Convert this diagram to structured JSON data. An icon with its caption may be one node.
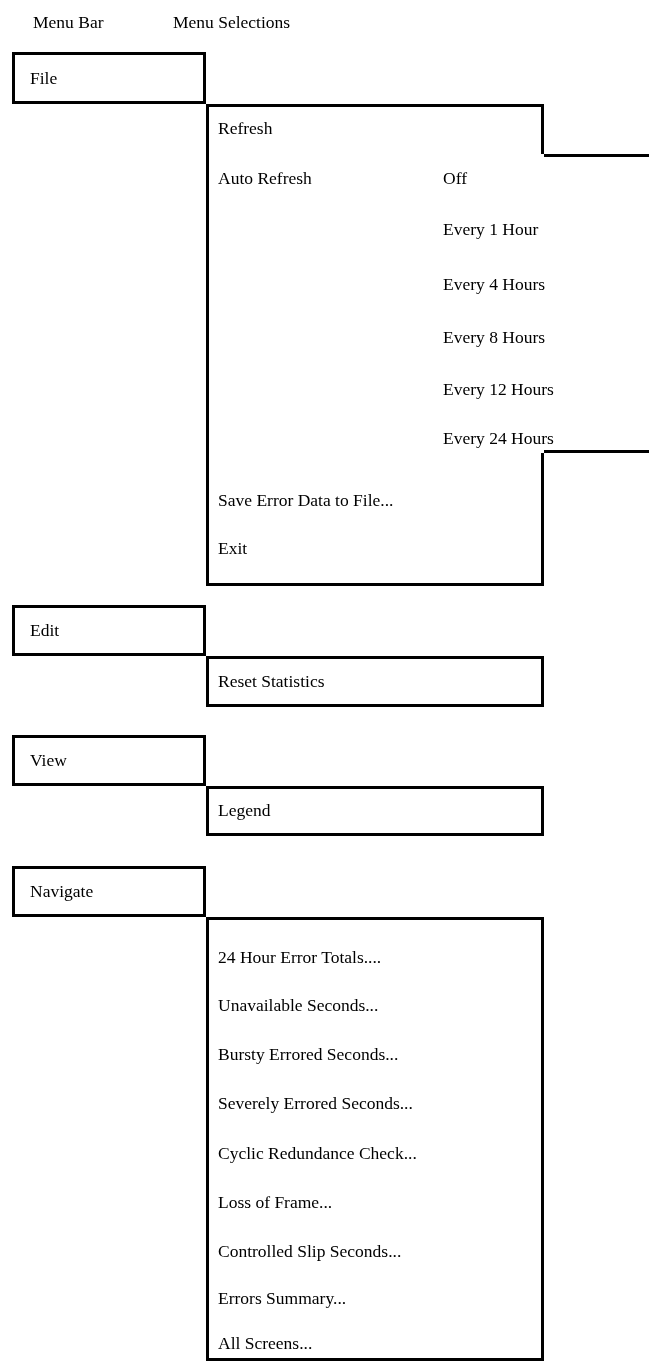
{
  "diagram": {
    "nodes": [
      {
        "text": [
          "File"
        ]
      },
      {
        "text": [
          "Refresh",
          "Auto Refresh",
          "Save Error Data to File...",
          "Exit"
        ]
      },
      {
        "text": [
          "Off",
          "Every 1 Hour",
          "Every 4 Hours",
          "Every 8 Hours",
          "Every 12 Hours",
          "Every 24 Hours"
        ]
      },
      {
        "text": [
          "Edit"
        ]
      },
      {
        "text": [
          "Reset Statistics"
        ]
      },
      {
        "text": [
          "View"
        ]
      },
      {
        "text": [
          "Legend"
        ]
      },
      {
        "text": [
          "Navigate"
        ]
      },
      {
        "text": [
          "24 Hour Error Totals....",
          "Unavailable Seconds...",
          "Bursty Errored Seconds...",
          "Severely Errored Seconds...",
          "Cyclic Redundance Check...",
          "Loss of Frame...",
          "Controlled Slip Seconds...",
          "Errors Summary...",
          "All Screens..."
        ]
      }
    ],
    "edges": [],
    "labels": [
      "Menu Bar",
      "Menu Selections"
    ]
  }
}
